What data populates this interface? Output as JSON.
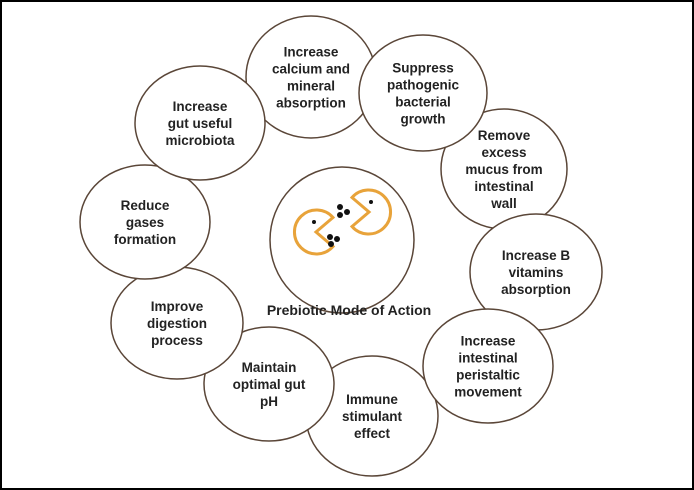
{
  "colors": {
    "stroke": "#5a4638",
    "text": "#222222",
    "pacman": "#e8a33a",
    "dot": "#111111"
  },
  "icon": "two-pacman-icon",
  "center_label": "Prebiotic Mode of Action",
  "bubbles": [
    {
      "id": "calcium",
      "lines": [
        "Increase",
        "calcium and",
        "mineral",
        "absorption"
      ]
    },
    {
      "id": "pathogenic",
      "lines": [
        "Suppress",
        "pathogenic",
        "bacterial",
        "growth"
      ]
    },
    {
      "id": "mucus",
      "lines": [
        "Remove",
        "excess",
        "mucus from",
        "intestinal",
        "wall"
      ]
    },
    {
      "id": "vitamins",
      "lines": [
        "Increase B",
        "vitamins",
        "absorption"
      ]
    },
    {
      "id": "peristaltic",
      "lines": [
        "Increase",
        "intestinal",
        "peristaltic",
        "movement"
      ]
    },
    {
      "id": "immune",
      "lines": [
        "Immune",
        "stimulant",
        "effect"
      ]
    },
    {
      "id": "ph",
      "lines": [
        "Maintain",
        "optimal gut",
        "pH"
      ]
    },
    {
      "id": "digestion",
      "lines": [
        "Improve",
        "digestion",
        "process"
      ]
    },
    {
      "id": "gases",
      "lines": [
        "Reduce",
        "gases",
        "formation"
      ]
    },
    {
      "id": "microbiota",
      "lines": [
        "Increase",
        "gut useful",
        "microbiota"
      ]
    }
  ]
}
